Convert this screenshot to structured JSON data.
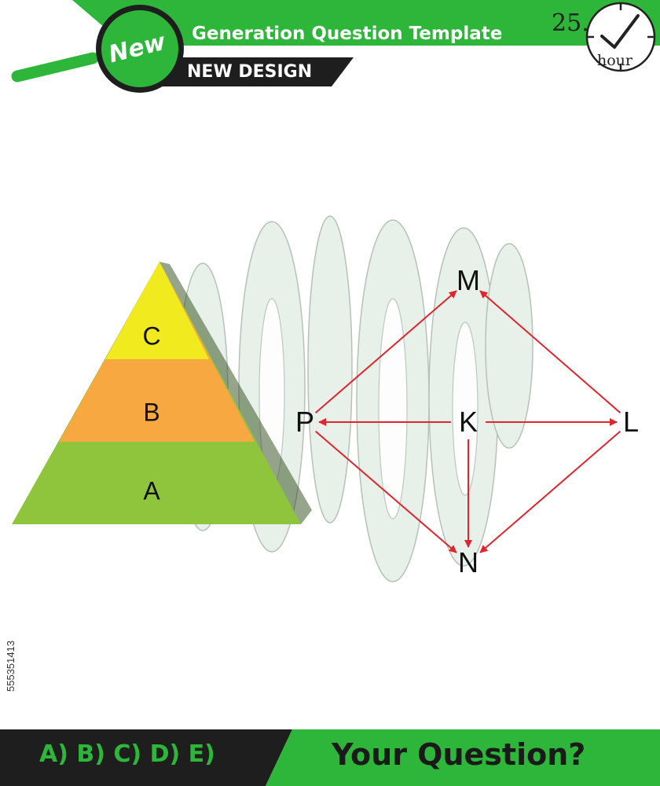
{
  "header": {
    "badge": "New",
    "title": "Generation Question Template",
    "subtitle": "NEW DESIGN",
    "timer_value": "25.",
    "timer_unit": "hour"
  },
  "stock_id": "555351413",
  "pyramid": {
    "levels": [
      {
        "label": "C",
        "color": "#f1ea1f"
      },
      {
        "label": "B",
        "color": "#f7a840"
      },
      {
        "label": "A",
        "color": "#8fc43d"
      }
    ]
  },
  "network": {
    "nodes": [
      "M",
      "P",
      "K",
      "L",
      "N"
    ],
    "arrows": [
      {
        "from": "P",
        "to": "M"
      },
      {
        "from": "L",
        "to": "M"
      },
      {
        "from": "K",
        "to": "P"
      },
      {
        "from": "K",
        "to": "L"
      },
      {
        "from": "K",
        "to": "N"
      },
      {
        "from": "P",
        "to": "N"
      },
      {
        "from": "L",
        "to": "N"
      }
    ],
    "arrow_color": "#e0252d"
  },
  "footer": {
    "answers": "A) B) C) D) E)",
    "question": "Your Question?"
  },
  "colors": {
    "brand_green": "#2db63a",
    "dark_band": "#1e1e1e"
  }
}
